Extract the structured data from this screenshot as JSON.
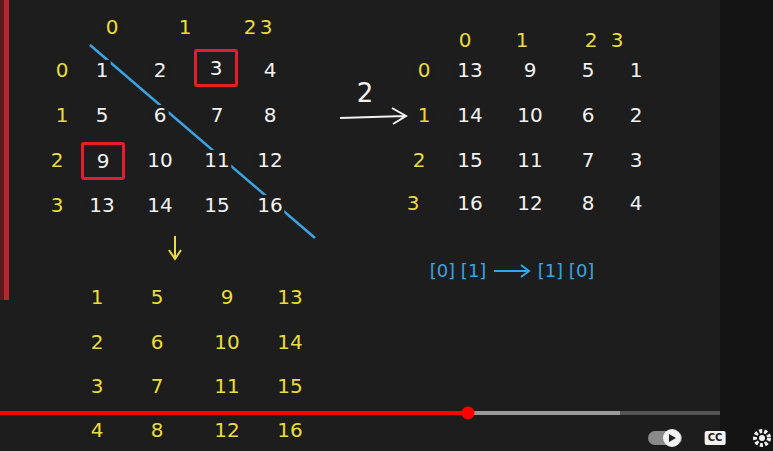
{
  "diagram": {
    "nodes": [
      {
        "text": [
          "3"
        ]
      },
      {
        "text": [
          "9"
        ]
      }
    ],
    "labels": [
      "0",
      "1",
      "2",
      "3",
      "0",
      "1",
      "2",
      "3",
      "1",
      "2",
      "4",
      "5",
      "6",
      "7",
      "8",
      "10",
      "11",
      "12",
      "13",
      "14",
      "15",
      "16",
      "2",
      "0",
      "1",
      "2",
      "3",
      "0",
      "1",
      "2",
      "3",
      "13",
      "9",
      "5",
      "1",
      "14",
      "10",
      "6",
      "2",
      "15",
      "11",
      "7",
      "3",
      "16",
      "12",
      "8",
      "4",
      "1",
      "5",
      "9",
      "13",
      "2",
      "6",
      "10",
      "14",
      "3",
      "7",
      "11",
      "15",
      "4",
      "8",
      "12",
      "16",
      "[0] [1]",
      "[1] [0]",
      "CC"
    ]
  }
}
